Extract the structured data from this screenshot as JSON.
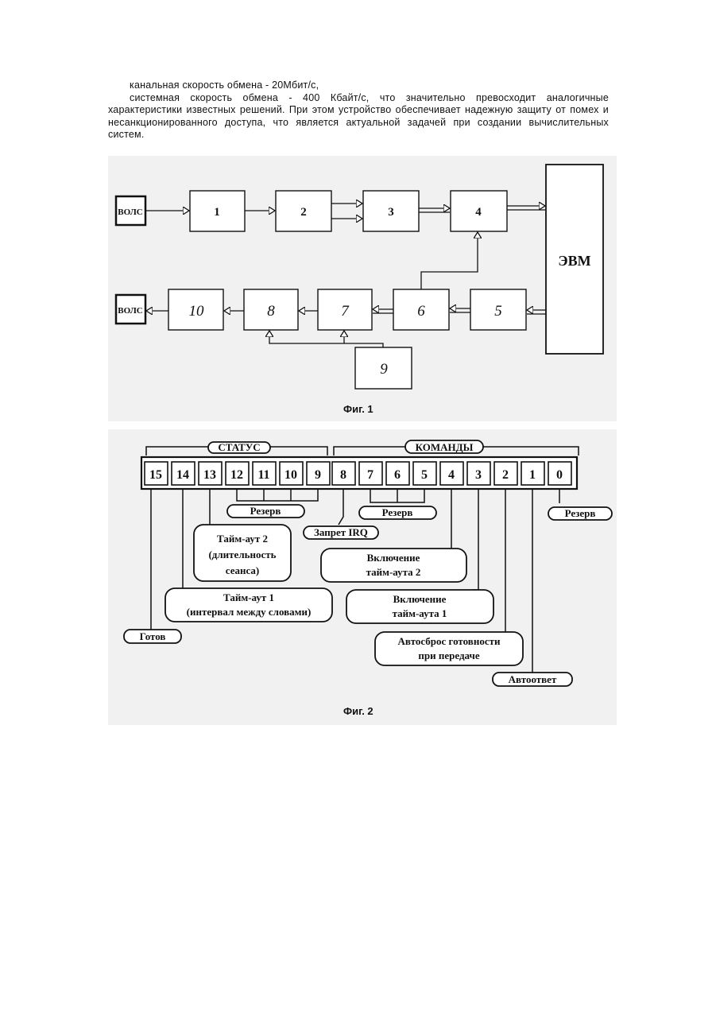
{
  "paragraphs": [
    "канальная скорость обмена - 20Мбит/с,",
    "системная скорость обмена - 400 Кбайт/с, что значительно превосходит аналогичные характеристики известных решений. При этом устройство обеспечивает надежную защиту от помех и несанкционированного доступа, что является актуальной задачей при создании вычислительных систем."
  ],
  "figure1": {
    "caption": "Фиг. 1",
    "volc_in": "ВОЛС",
    "volc_out": "ВОЛС",
    "computer": "ЭВМ",
    "blocks": [
      "1",
      "2",
      "3",
      "4",
      "5",
      "6",
      "7",
      "8",
      "9",
      "10"
    ]
  },
  "figure2": {
    "caption": "Фиг. 2",
    "status_label": "СТАТУС",
    "commands_label": "КОМАНДЫ",
    "bits": [
      "15",
      "14",
      "13",
      "12",
      "11",
      "10",
      "9",
      "8",
      "7",
      "6",
      "5",
      "4",
      "3",
      "2",
      "1",
      "0"
    ],
    "labels": {
      "reserve_status": "Резерв",
      "reserve_cmd": "Резерв",
      "reserve_bit0": "Резерв",
      "irq": "Запрет IRQ",
      "timeout2_l1": "Тайм-аут 2",
      "timeout2_l2": "(длительность",
      "timeout2_l3": "сеанса)",
      "en_timeout2_l1": "Включение",
      "en_timeout2_l2": "тайм-аута 2",
      "timeout1_l1": "Тайм-аут  1",
      "timeout1_l2": "(интервал между словами)",
      "en_timeout1_l1": "Включение",
      "en_timeout1_l2": "тайм-аута 1",
      "ready": "Готов",
      "autoreset_l1": "Автосброс готовности",
      "autoreset_l2": "при передаче",
      "autoanswer": "Автоответ"
    }
  }
}
